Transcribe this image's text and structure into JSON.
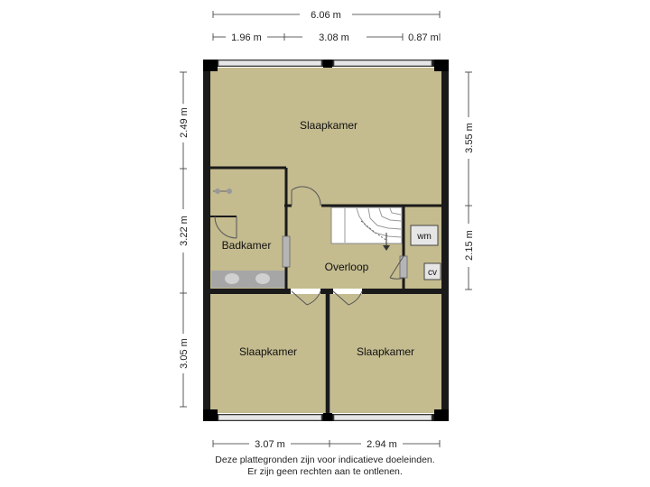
{
  "floorplan": {
    "rooms": {
      "slaapkamer_top": "Slaapkamer",
      "badkamer": "Badkamer",
      "overloop": "Overloop",
      "slaapkamer_left": "Slaapkamer",
      "slaapkamer_right": "Slaapkamer",
      "wm": "wm",
      "cv": "cv"
    },
    "dimensions": {
      "total_width": "6.06 m",
      "top_segment_1": "1.96 m",
      "top_segment_2": "3.08 m",
      "top_segment_3": "0.87 m",
      "left_1": "2.49 m",
      "left_2": "3.22 m",
      "left_3": "3.05 m",
      "right_1": "3.55 m",
      "right_2": "2.15 m",
      "bottom_1": "3.07 m",
      "bottom_2": "2.94 m"
    },
    "colors": {
      "floor": "#c4bb8f",
      "wall": "#1a1a1a",
      "window": "#e6e6e6",
      "bath_fixture": "#a6a6a6",
      "door_swing": "#666666"
    }
  },
  "disclaimer": {
    "line1": "Deze plattegronden zijn voor indicatieve doeleinden.",
    "line2": "Er zijn geen rechten aan te ontlenen."
  }
}
